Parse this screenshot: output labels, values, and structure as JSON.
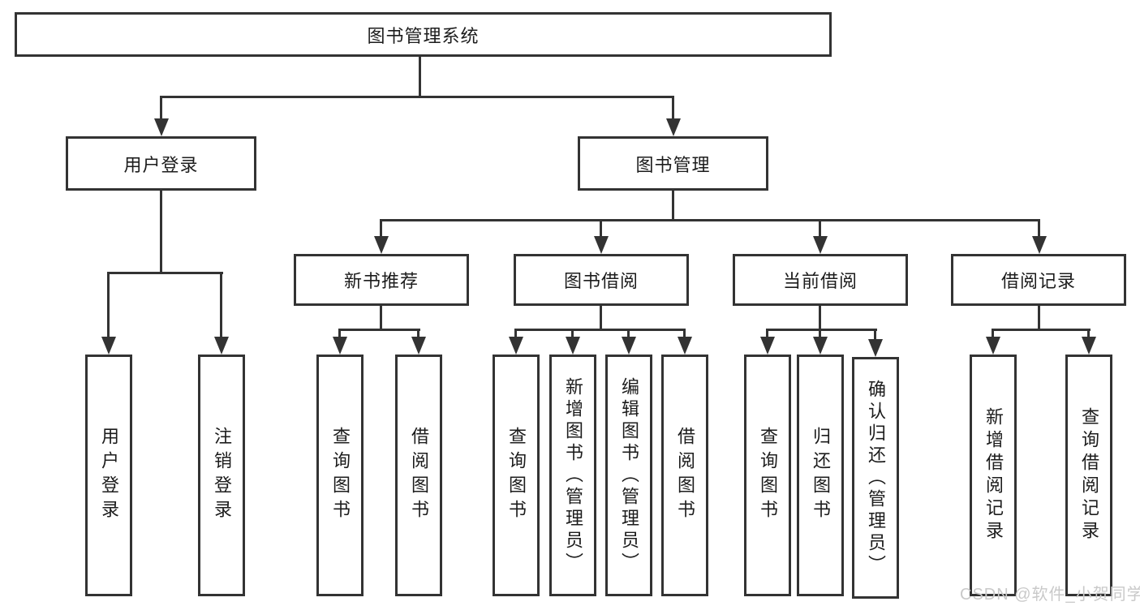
{
  "title": "图书管理系统",
  "watermark": "CSDN @软件_小贺同学",
  "nodes": {
    "user_login": "用户登录",
    "book_mgmt": "图书管理",
    "new_book_rec": "新书推荐",
    "book_borrow": "图书借阅",
    "current_borrow": "当前借阅",
    "borrow_records": "借阅记录",
    "leaf_user_login": "用户登录",
    "leaf_logout": "注销登录",
    "leaf_nb_query": "查询图书",
    "leaf_nb_borrow": "借阅图书",
    "leaf_bb_query": "查询图书",
    "leaf_bb_add": "新增图书（管理员）",
    "leaf_bb_edit": "编辑图书（管理员）",
    "leaf_bb_borrow": "借阅图书",
    "leaf_cb_query": "查询图书",
    "leaf_cb_return": "归还图书",
    "leaf_cb_confirm": "确认归还（管理员）",
    "leaf_br_add": "新增借阅记录",
    "leaf_br_query": "查询借阅记录"
  },
  "colors": {
    "line": "#333333",
    "box_border": "#333333",
    "text": "#1c1c1c",
    "watermark": "#c9c9c9",
    "background": "#ffffff"
  }
}
